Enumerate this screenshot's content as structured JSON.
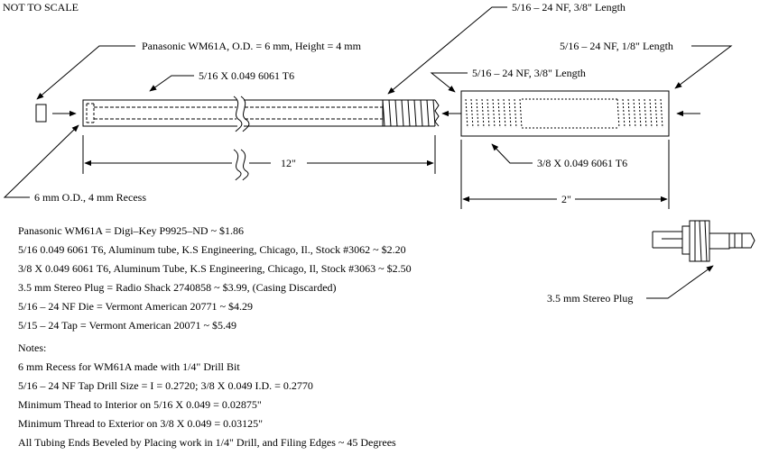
{
  "diagram": {
    "not_to_scale": "NOT TO SCALE",
    "labels": {
      "mic": "Panasonic WM61A, O.D. = 6 mm, Height = 4 mm",
      "tube_small": "5/16 X 0.049 6061 T6",
      "thread_top": "5/16 – 24 NF, 3/8\" Length",
      "thread_right": "5/16 – 24 NF, 1/8\" Length",
      "thread_mid": "5/16 – 24 NF, 3/8\" Length",
      "recess": "6 mm O.D., 4 mm Recess",
      "tube_large": "3/8 X 0.049 6061 T6",
      "length_12": "12\"",
      "length_2": "2\"",
      "plug": "3.5 mm Stereo Plug"
    }
  },
  "bom": [
    "Panasonic WM61A = Digi–Key P9925–ND ~ $1.86",
    "5/16 0.049 6061 T6, Aluminum tube, K.S Engineering, Chicago, Il., Stock #3062 ~ $2.20",
    "3/8 X 0.049 6061 T6, Aluminum Tube, K.S Engineering, Chicago, Il, Stock #3063 ~ $2.50",
    "3.5 mm Stereo Plug = Radio Shack 2740858 ~ $3.99, (Casing Discarded)",
    "5/16 – 24 NF Die = Vermont American 20771 ~ $4.29",
    "5/15 – 24 Tap = Vermont American 20071 ~ $5.49"
  ],
  "notes": {
    "heading": "Notes:",
    "items": [
      "6 mm Recess for WM61A made with 1/4\" Drill Bit",
      "5/16 – 24 NF Tap Drill Size = I = 0.2720; 3/8 X 0.049 I.D. = 0.2770",
      "Minimum Thead to Interior on 5/16 X 0.049 = 0.02875\"",
      "Minimum Thread to Exterior on 3/8 X 0.049 = 0.03125\"",
      "All Tubing Ends Beveled by Placing work in 1/4\" Drill, and Filing Edges ~ 45 Degrees"
    ]
  }
}
